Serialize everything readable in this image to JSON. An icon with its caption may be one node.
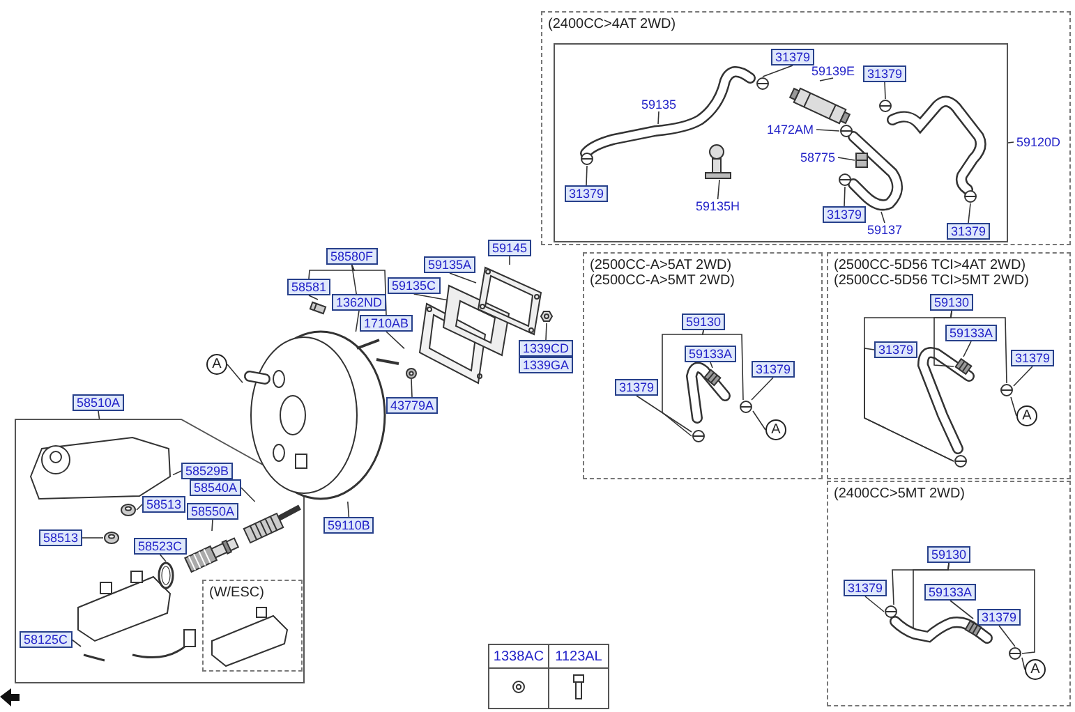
{
  "diagram": {
    "nodes": [
      {
        "text": [
          "(2400CC>4AT 2WD)"
        ]
      },
      {
        "text": [],
        "shape": "box",
        "in": 0
      },
      {
        "text": [
          "31379"
        ],
        "in": 1
      },
      {
        "text": [
          "59139E"
        ],
        "in": 1
      },
      {
        "text": [
          "31379"
        ],
        "in": 1
      },
      {
        "text": [
          "59135"
        ],
        "in": 1
      },
      {
        "text": [
          "1472AM"
        ],
        "in": 1
      },
      {
        "text": [
          "59120D"
        ],
        "in": 0
      },
      {
        "text": [
          "58775"
        ],
        "in": 1
      },
      {
        "text": [
          "31379"
        ],
        "in": 1
      },
      {
        "text": [
          "59135H"
        ],
        "in": 1
      },
      {
        "text": [
          "31379"
        ],
        "in": 1
      },
      {
        "text": [
          "59137"
        ],
        "in": 1
      },
      {
        "text": [
          "31379"
        ],
        "in": 1
      },
      {
        "text": [
          "(2500CC-A>5AT 2WD)",
          "(2500CC-A>5MT 2WD)"
        ]
      },
      {
        "text": [
          "59130"
        ],
        "in": 14
      },
      {
        "text": [
          "59133A"
        ],
        "in": 14
      },
      {
        "text": [
          "31379"
        ],
        "in": 14
      },
      {
        "text": [
          "31379"
        ],
        "in": 14
      },
      {
        "text": [
          "A"
        ],
        "in": 14
      },
      {
        "text": [
          "(2500CC-5D56 TCI>4AT 2WD)",
          "(2500CC-5D56 TCI>5MT 2WD)"
        ]
      },
      {
        "text": [
          "59130"
        ],
        "in": 20
      },
      {
        "text": [
          "59133A"
        ],
        "in": 20
      },
      {
        "text": [
          "31379"
        ],
        "in": 20
      },
      {
        "text": [
          "31379"
        ],
        "in": 20
      },
      {
        "text": [
          "A"
        ],
        "in": 20
      },
      {
        "text": [
          "(2400CC>5MT 2WD)"
        ]
      },
      {
        "text": [
          "59130"
        ],
        "in": 26
      },
      {
        "text": [
          "31379"
        ],
        "in": 26
      },
      {
        "text": [
          "59133A"
        ],
        "in": 26
      },
      {
        "text": [
          "31379"
        ],
        "in": 26
      },
      {
        "text": [
          "A"
        ],
        "in": 26
      },
      {
        "text": [
          "58580F"
        ]
      },
      {
        "text": [
          "58581"
        ]
      },
      {
        "text": [
          "1362ND"
        ]
      },
      {
        "text": [
          "1710AB"
        ]
      },
      {
        "text": [
          "59135C"
        ]
      },
      {
        "text": [
          "59135A"
        ]
      },
      {
        "text": [
          "59145"
        ]
      },
      {
        "text": [
          "1339CD"
        ]
      },
      {
        "text": [
          "1339GA"
        ]
      },
      {
        "text": [
          "43779A"
        ]
      },
      {
        "text": [
          "A"
        ]
      },
      {
        "text": [
          "59110B"
        ]
      },
      {
        "text": [
          "58510A"
        ]
      },
      {
        "text": [],
        "shape": "box"
      },
      {
        "text": [
          "58529B"
        ],
        "in": 45
      },
      {
        "text": [
          "58513"
        ],
        "in": 45
      },
      {
        "text": [
          "58540A"
        ],
        "in": 45
      },
      {
        "text": [
          "58513"
        ],
        "in": 45
      },
      {
        "text": [
          "58550A"
        ],
        "in": 45
      },
      {
        "text": [
          "58523C"
        ],
        "in": 45
      },
      {
        "text": [
          "(W/ESC)"
        ],
        "in": 45
      },
      {
        "text": [
          "58125C"
        ],
        "in": 45
      },
      {
        "text": [],
        "shape": "picture",
        "in": 1
      },
      {
        "text": [],
        "shape": "picture",
        "in": 1
      },
      {
        "text": [],
        "shape": "picture",
        "in": 1
      },
      {
        "text": [],
        "shape": "picture",
        "in": 1
      },
      {
        "text": [],
        "shape": "picture",
        "in": 1
      },
      {
        "text": [],
        "shape": "picture",
        "in": 1
      },
      {
        "text": [],
        "shape": "picture",
        "in": 1
      },
      {
        "text": [],
        "shape": "picture",
        "in": 1
      },
      {
        "text": [],
        "shape": "picture",
        "in": 1
      },
      {
        "text": [],
        "shape": "picture",
        "in": 14
      },
      {
        "text": [],
        "shape": "picture",
        "in": 14
      },
      {
        "text": [],
        "shape": "picture",
        "in": 14
      },
      {
        "text": [],
        "shape": "picture",
        "in": 20
      },
      {
        "text": [],
        "shape": "picture",
        "in": 20
      },
      {
        "text": [],
        "shape": "picture",
        "in": 20
      },
      {
        "text": [],
        "shape": "picture",
        "in": 26
      },
      {
        "text": [],
        "shape": "picture",
        "in": 26
      },
      {
        "text": [],
        "shape": "picture",
        "in": 26
      },
      {
        "text": [],
        "shape": "picture"
      },
      {
        "text": [],
        "shape": "picture"
      },
      {
        "text": [],
        "shape": "picture"
      },
      {
        "text": [],
        "shape": "picture"
      },
      {
        "text": [],
        "shape": "picture"
      },
      {
        "text": [],
        "shape": "picture"
      },
      {
        "text": [],
        "shape": "picture"
      },
      {
        "text": [],
        "shape": "picture",
        "in": 45
      },
      {
        "text": [],
        "shape": "picture",
        "in": 45
      },
      {
        "text": [],
        "shape": "picture",
        "in": 45
      },
      {
        "text": [],
        "shape": "picture",
        "in": 45
      },
      {
        "text": [],
        "shape": "picture",
        "in": 45
      },
      {
        "text": [],
        "shape": "picture",
        "in": 45
      },
      {
        "text": [],
        "shape": "picture",
        "in": 45
      }
    ],
    "edges": [
      {
        "from": 2,
        "to": 55,
        "arrow": "none"
      },
      {
        "from": 3,
        "to": 56,
        "arrow": "none"
      },
      {
        "from": 4,
        "to": 57,
        "arrow": "none"
      },
      {
        "from": 5,
        "to": null,
        "arrow": "none"
      },
      {
        "from": 6,
        "to": 58,
        "arrow": "none"
      },
      {
        "from": 7,
        "to": 1,
        "arrow": "none"
      },
      {
        "from": 8,
        "to": 59,
        "arrow": "none"
      },
      {
        "from": 9,
        "to": 54,
        "arrow": "none"
      },
      {
        "from": 10,
        "to": 60,
        "arrow": "none"
      },
      {
        "from": 11,
        "to": 61,
        "arrow": "none"
      },
      {
        "from": 12,
        "to": null,
        "arrow": "none"
      },
      {
        "from": 13,
        "to": 62,
        "arrow": "none"
      },
      {
        "from": 15,
        "to": 64,
        "arrow": "none"
      },
      {
        "from": 15,
        "to": 65,
        "arrow": "none"
      },
      {
        "from": 16,
        "to": 63,
        "arrow": "none"
      },
      {
        "from": 17,
        "to": 65,
        "arrow": "none"
      },
      {
        "from": 18,
        "to": 64,
        "arrow": "none"
      },
      {
        "from": 19,
        "to": 65,
        "arrow": "none"
      },
      {
        "from": 21,
        "to": 67,
        "arrow": "none"
      },
      {
        "from": 21,
        "to": 68,
        "arrow": "none"
      },
      {
        "from": 21,
        "to": 66,
        "arrow": "none"
      },
      {
        "from": 22,
        "to": 66,
        "arrow": "none"
      },
      {
        "from": 23,
        "to": 67,
        "arrow": "none"
      },
      {
        "from": 24,
        "to": 68,
        "arrow": "none"
      },
      {
        "from": 25,
        "to": 68,
        "arrow": "none"
      },
      {
        "from": 27,
        "to": 69,
        "arrow": "none"
      },
      {
        "from": 27,
        "to": null,
        "arrow": "none"
      },
      {
        "from": 27,
        "to": 71,
        "arrow": "none"
      },
      {
        "from": 28,
        "to": 69,
        "arrow": "none"
      },
      {
        "from": 29,
        "to": 70,
        "arrow": "none"
      },
      {
        "from": 30,
        "to": 71,
        "arrow": "none"
      },
      {
        "from": 31,
        "to": 71,
        "arrow": "none"
      },
      {
        "from": 32,
        "to": 33,
        "arrow": "none"
      },
      {
        "from": 32,
        "to": 34,
        "arrow": "none"
      },
      {
        "from": 32,
        "to": 35,
        "arrow": "none"
      },
      {
        "from": 33,
        "to": 72,
        "arrow": "none"
      },
      {
        "from": 34,
        "to": 73,
        "arrow": "none"
      },
      {
        "from": 35,
        "to": 73,
        "arrow": "none"
      },
      {
        "from": 36,
        "to": 74,
        "arrow": "none"
      },
      {
        "from": 37,
        "to": 75,
        "arrow": "none"
      },
      {
        "from": 38,
        "to": 76,
        "arrow": "none"
      },
      {
        "from": 39,
        "to": 77,
        "arrow": "none"
      },
      {
        "from": 41,
        "to": 78,
        "arrow": "none"
      },
      {
        "from": 42,
        "to": 73,
        "arrow": "none"
      },
      {
        "from": 43,
        "to": 73,
        "arrow": "none"
      },
      {
        "from": 44,
        "to": 45,
        "arrow": "none"
      },
      {
        "from": 46,
        "to": 79,
        "arrow": "none"
      },
      {
        "from": 47,
        "to": 80,
        "arrow": "none"
      },
      {
        "from": 48,
        "to": 82,
        "arrow": "none"
      },
      {
        "from": 49,
        "to": 81,
        "arrow": "none"
      },
      {
        "from": 50,
        "to": 83,
        "arrow": "none"
      },
      {
        "from": 51,
        "to": 84,
        "arrow": "none"
      },
      {
        "from": 53,
        "to": 85,
        "arrow": "none"
      }
    ],
    "labels": [
      "1338AC",
      "1123AL"
    ]
  }
}
